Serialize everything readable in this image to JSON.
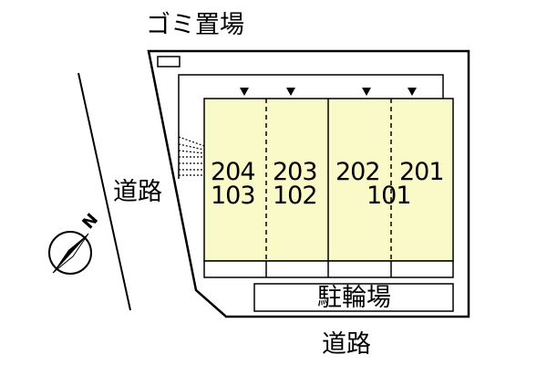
{
  "labels": {
    "garbage": "ゴミ置場",
    "road_west": "道路",
    "road_south": "道路",
    "bicycle_parking": "駐輪場",
    "north": "N"
  },
  "units": [
    {
      "upper": "204",
      "lower": "103"
    },
    {
      "upper": "203",
      "lower": "102"
    },
    {
      "upper": "202",
      "lower": "101"
    },
    {
      "upper": "201",
      "lower": ""
    }
  ],
  "colors": {
    "building_fill": "#fafac8",
    "line": "#000000"
  }
}
